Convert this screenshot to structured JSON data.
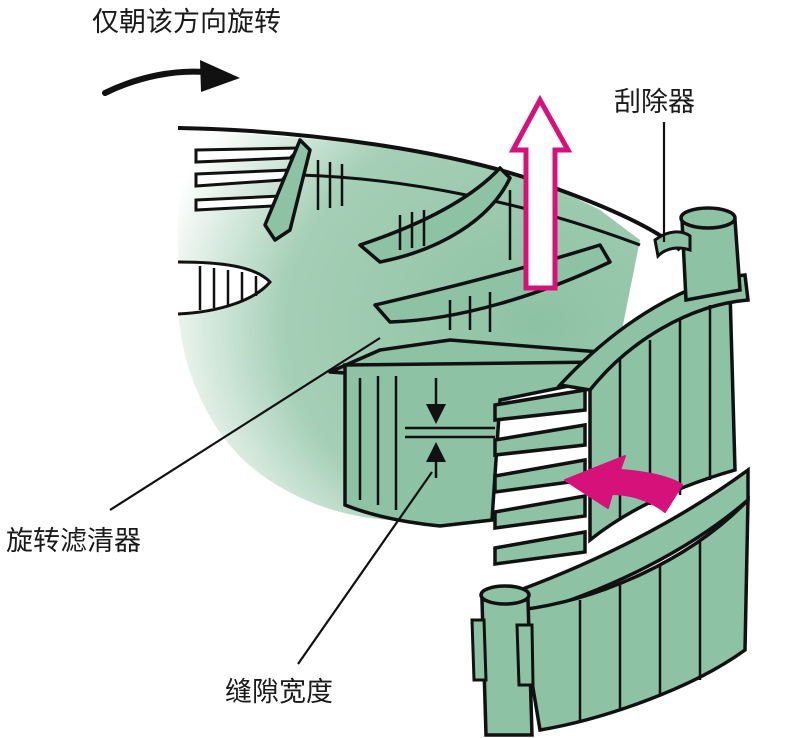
{
  "labels": {
    "rotation_direction": "仅朝该方向旋转",
    "scraper": "刮除器",
    "rotary_filter": "旋转滤清器",
    "slot_width": "缝隙宽度"
  },
  "colors": {
    "filter_green": "#8ec2a4",
    "filter_green_light": "#c9e3d3",
    "outline": "#111111",
    "arrow_magenta": "#d6127a",
    "background": "#ffffff"
  },
  "icons": {
    "rotation_arrow": "curved-arrow-right",
    "outflow_arrow": "hollow-arrow-up",
    "inflow_arrow": "curved-arrow-left"
  }
}
